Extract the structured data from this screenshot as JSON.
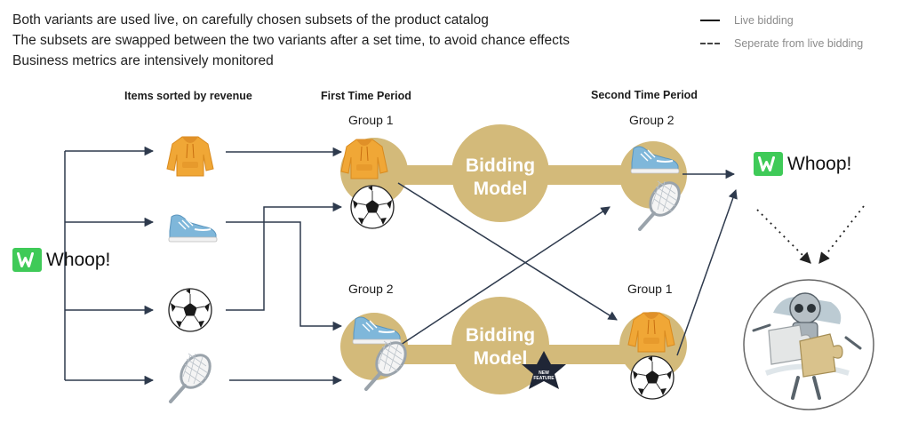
{
  "bullets": [
    "Both variants are used live, on carefully chosen subsets of the product catalog",
    "The subsets are swapped between the two variants after a set time, to avoid chance effects",
    "Business metrics are intensively monitored"
  ],
  "legend": {
    "live": "Live bidding",
    "separate": "Seperate from live bidding"
  },
  "headers": {
    "items": "Items sorted by revenue",
    "first": "First Time Period",
    "second": "Second Time Period"
  },
  "groups": {
    "first_top": "Group 1",
    "first_bottom": "Group 2",
    "second_top": "Group 2",
    "second_bottom": "Group 1"
  },
  "model": {
    "line1": "Bidding",
    "line2": "Model"
  },
  "badge": {
    "line1": "NEW",
    "line2": "FEATURE"
  },
  "brand": "Whoop!",
  "colors": {
    "gold": "#d3ba7a",
    "arrow": "#2e3a4d",
    "brand_green": "#3fca58"
  },
  "icons": [
    "hoodie-icon",
    "sneaker-icon",
    "soccer-ball-icon",
    "tennis-racket-icon",
    "robot-puzzle-illustration"
  ]
}
